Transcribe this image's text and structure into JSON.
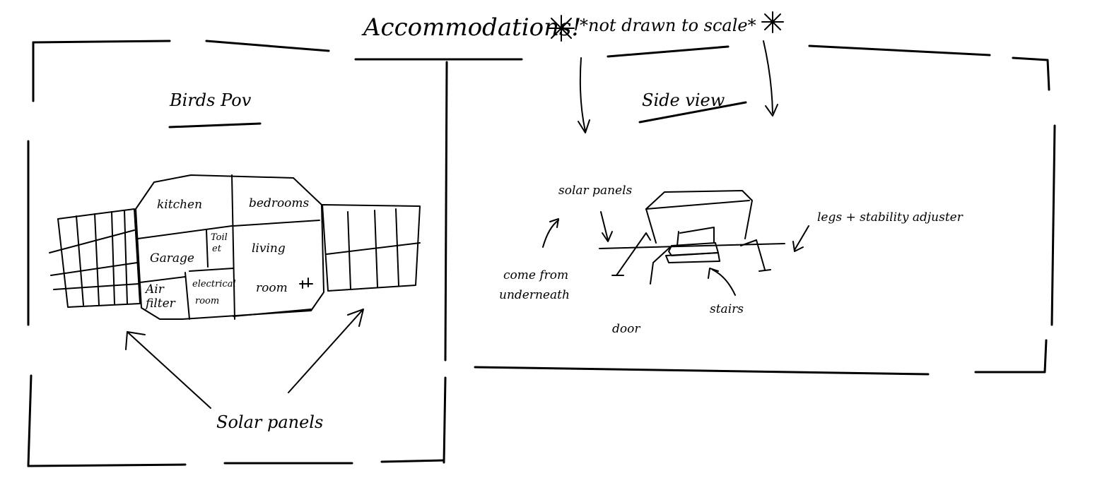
{
  "header": {
    "title": "Accommodations!",
    "note": "*not drawn to scale*"
  },
  "birds_view": {
    "heading": "Birds Pov",
    "rooms": {
      "kitchen": "kitchen",
      "bedrooms": "bedrooms",
      "garage": "Garage",
      "toilet_line1": "Toil",
      "toilet_line2": "et",
      "living_line1": "living",
      "living_line2": "room",
      "air_line1": "Air",
      "air_line2": "filter",
      "electrical_line1": "electrical",
      "electrical_line2": "room"
    },
    "solar_label": "Solar panels"
  },
  "side_view": {
    "heading": "Side view",
    "solar_label": "solar panels",
    "come_from_line1": "come from",
    "come_from_line2": "underneath",
    "legs_label": "legs + stability adjuster",
    "door_label": "door",
    "stairs_label": "stairs"
  }
}
